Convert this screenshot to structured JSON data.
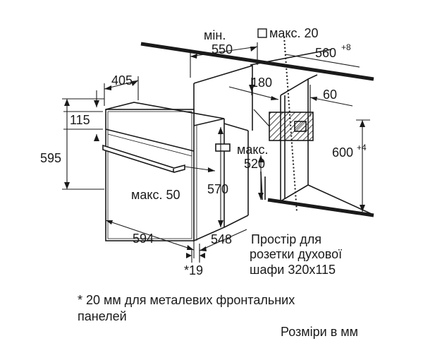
{
  "diagram": {
    "labels": {
      "min_word": "мін.",
      "min_width": "550",
      "max20": "макс. 20",
      "width_560": "560",
      "width_560_sup": "+8",
      "depth_405": "405",
      "d180": "180",
      "d60": "60",
      "h115": "115",
      "h595": "595",
      "h600": "600",
      "h600_sup": "+4",
      "max_word": "макс.",
      "d520": "520",
      "max50": "макс. 50",
      "h570": "570",
      "w594": "594",
      "d548": "548",
      "star19": "*19",
      "socket_line1": "Простір для",
      "socket_line2": "розетки духової",
      "socket_line3": "шафи 320x115"
    },
    "footnote_line1": "* 20 мм для металевих фронтальних",
    "footnote_line2": "панелей",
    "units_note": "Розміри в мм"
  }
}
